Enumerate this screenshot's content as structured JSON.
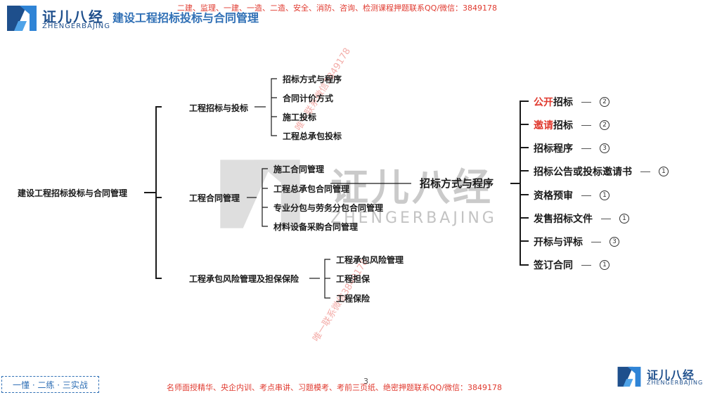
{
  "header": {
    "logo_cn": "证儿八经",
    "logo_en": "ZHENGERBAJING",
    "title": "建设工程招标投标与合同管理",
    "banner": "二建、监理、一建、一造、二造、安全、消防、咨询、检测课程押题联系QQ/微信：3849178"
  },
  "watermark": {
    "cn": "证儿八经",
    "en": "ZHENGERBAJING",
    "diag_top": "唯一联系微信3849178",
    "diag_bottom": "唯一联系微信3849178"
  },
  "tree": {
    "root": "建设工程招标投标与合同管理",
    "branches": [
      {
        "label": "工程招标与投标",
        "children": [
          "招标方式与程序",
          "合同计价方式",
          "施工投标",
          "工程总承包投标"
        ]
      },
      {
        "label": "工程合同管理",
        "children": [
          "施工合同管理",
          "工程总承包合同管理",
          "专业分包与劳务分包合同管理",
          "材料设备采购合同管理"
        ]
      },
      {
        "label": "工程承包风险管理及担保保险",
        "children": [
          "工程承包风险管理",
          "工程担保",
          "工程保险"
        ]
      }
    ],
    "focus": {
      "label": "招标方式与程序",
      "items": [
        {
          "red": "公开",
          "text": "招标",
          "mark": "2"
        },
        {
          "red": "邀请",
          "text": "招标",
          "mark": "2"
        },
        {
          "red": "",
          "text": "招标程序",
          "mark": "3"
        },
        {
          "red": "",
          "text": "招标公告或投标邀请书",
          "mark": "1"
        },
        {
          "red": "",
          "text": "资格预审",
          "mark": "1"
        },
        {
          "red": "",
          "text": "发售招标文件",
          "mark": "1"
        },
        {
          "red": "",
          "text": "开标与评标",
          "mark": "3"
        },
        {
          "red": "",
          "text": "签订合同",
          "mark": "1"
        }
      ]
    }
  },
  "footer": {
    "badge": "一懂 · 二练 · 三实战",
    "text": "名师面授精华、央企内训、考点串讲、习题模考、考前三页纸、绝密押题联系QQ/微信：3849178",
    "page": "3",
    "logo_cn": "证儿八经",
    "logo_en": "ZHENGERBAJING"
  },
  "colors": {
    "brand_blue": "#1e4f8c",
    "title_blue": "#2f6fb5",
    "accent_red": "#e03a2f",
    "line": "#1a1a1a"
  }
}
